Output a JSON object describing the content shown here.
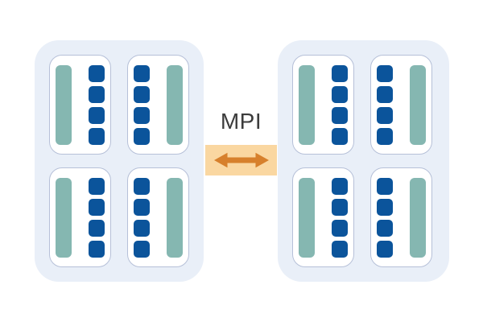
{
  "link": {
    "label": "MPI"
  },
  "colors": {
    "node_bg": "#e9eff8",
    "processor_border": "#b6c0d8",
    "processor_bg": "#ffffff",
    "memory_bar": "#85b7b1",
    "core": "#0b549b",
    "link_bg": "#fad7a1",
    "link_arrow": "#d7802c",
    "label_text": "#3c3c3c",
    "page_bg": "#ffffff"
  },
  "structure": {
    "node_count": 2,
    "processors_per_node": 4,
    "cores_per_processor": 4,
    "processor_layouts": [
      "bar-first",
      "cores-first",
      "bar-first",
      "cores-first"
    ],
    "node_names": [
      "compute-node-left",
      "compute-node-right"
    ]
  }
}
